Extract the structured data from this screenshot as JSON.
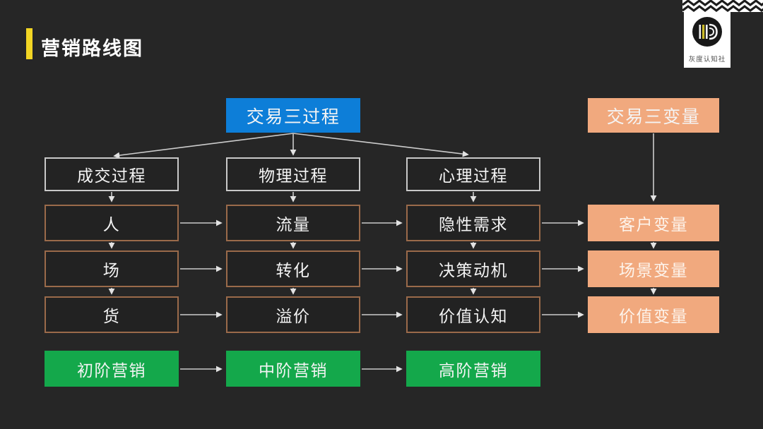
{
  "slide": {
    "title": "营销路线图",
    "logo": {
      "name": "灰度认知社"
    },
    "colors": {
      "background": "#262626",
      "accent_yellow": "#f2d524",
      "process_blue": "#0d7ed8",
      "variable_orange": "#f1a97e",
      "level_green": "#14a84b",
      "cell_border_brown": "#9a6a4a",
      "stage_border_gray": "#c9c9c9",
      "arrow_gray": "#cccccc"
    },
    "diagram": {
      "process_root": "交易三过程",
      "variable_root": "交易三变量",
      "stages": [
        "成交过程",
        "物理过程",
        "心理过程"
      ],
      "rows": [
        {
          "cells": [
            "人",
            "流量",
            "隐性需求"
          ],
          "variable": "客户变量"
        },
        {
          "cells": [
            "场",
            "转化",
            "决策动机"
          ],
          "variable": "场景变量"
        },
        {
          "cells": [
            "货",
            "溢价",
            "价值认知"
          ],
          "variable": "价值变量"
        }
      ],
      "levels": [
        "初阶营销",
        "中阶营销",
        "高阶营销"
      ]
    }
  }
}
